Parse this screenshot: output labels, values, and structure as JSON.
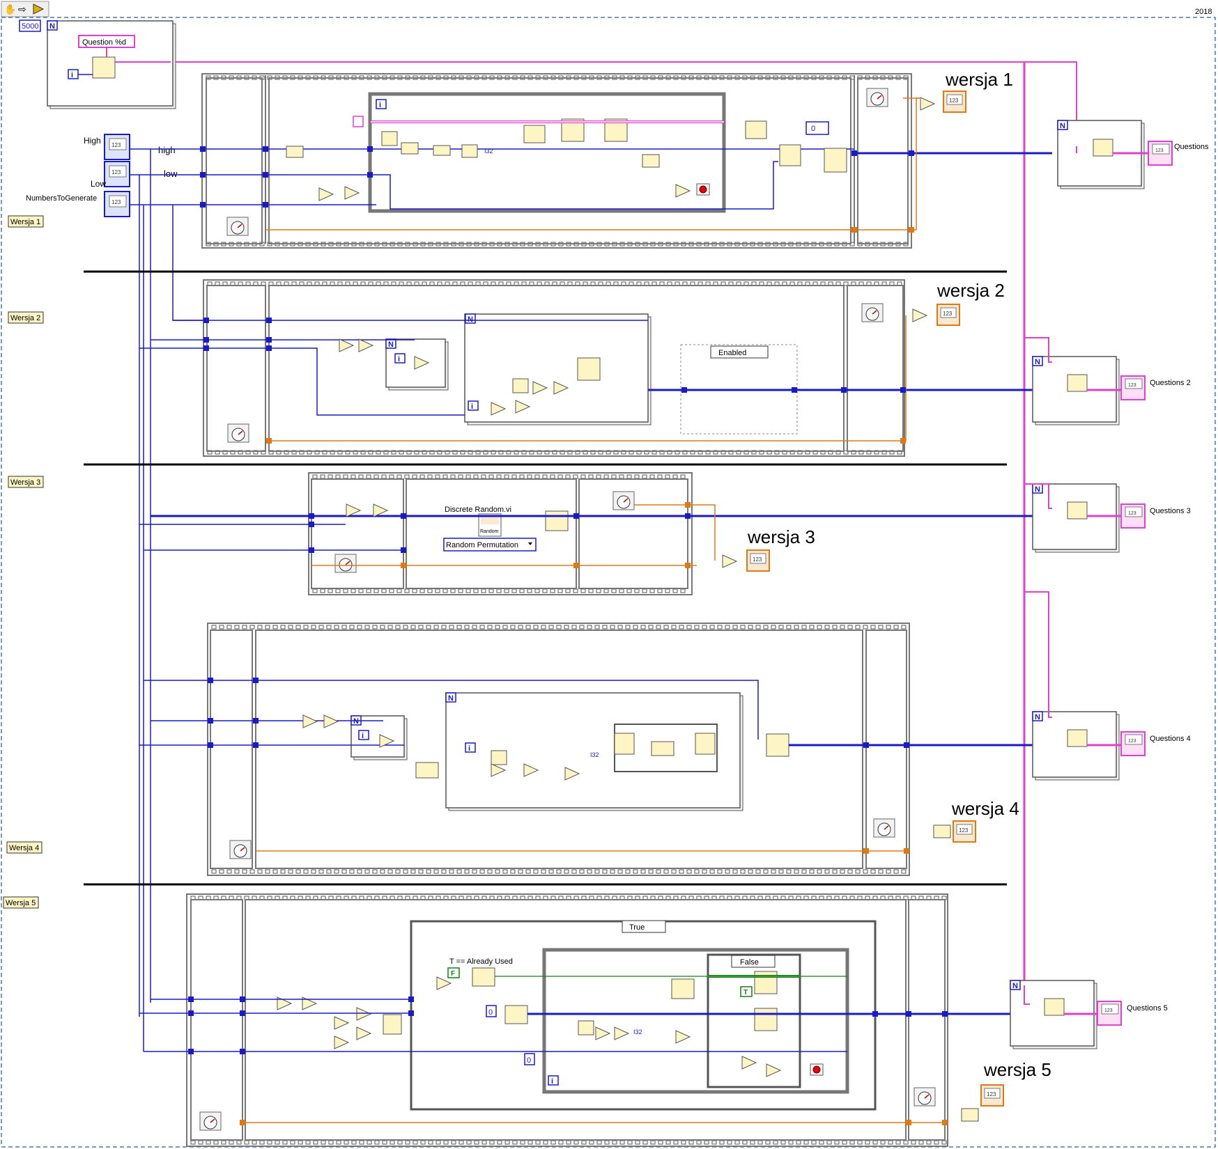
{
  "toolbar": {
    "icons": [
      "hand-icon",
      "arrow-icon",
      "run-icon"
    ],
    "version": "2018"
  },
  "colors": {
    "blue": "#1a1ac8",
    "orange": "#e07a10",
    "pink": "#e040d0",
    "green": "#108010",
    "frame": "#6a6a6a",
    "node": "#fdf6c4"
  },
  "constants": {
    "count": "5000",
    "format": "Question %d",
    "zero": "0",
    "zero_b": "0",
    "false_const": "F",
    "true_const": "T"
  },
  "controls": {
    "high": "High",
    "low": "Low",
    "numbers": "NumbersToGenerate",
    "value_123": "123"
  },
  "wire_labels": {
    "high": "high",
    "low": "low"
  },
  "sections": [
    {
      "tag": "Wersja 1",
      "heading": "wersja 1",
      "output": "Questions"
    },
    {
      "tag": "Wersja 2",
      "heading": "wersja 2",
      "output": "Questions 2"
    },
    {
      "tag": "Wersja 3",
      "heading": "wersja 3",
      "output": "Questions 3"
    },
    {
      "tag": "Wersja 4",
      "heading": "wersja 4",
      "output": "Questions 4"
    },
    {
      "tag": "Wersja 5",
      "heading": "wersja 5",
      "output": "Questions 5"
    }
  ],
  "structures": {
    "disable_label": "Enabled",
    "subvi_label": "Discrete Random.vi",
    "subvi_icon_text": "Random",
    "ring_value": "Random Permutation",
    "case_true": "True",
    "case_false": "False",
    "note": "T == Already Used",
    "n_label": "N",
    "i_label": "i",
    "i32_label": "I32"
  }
}
